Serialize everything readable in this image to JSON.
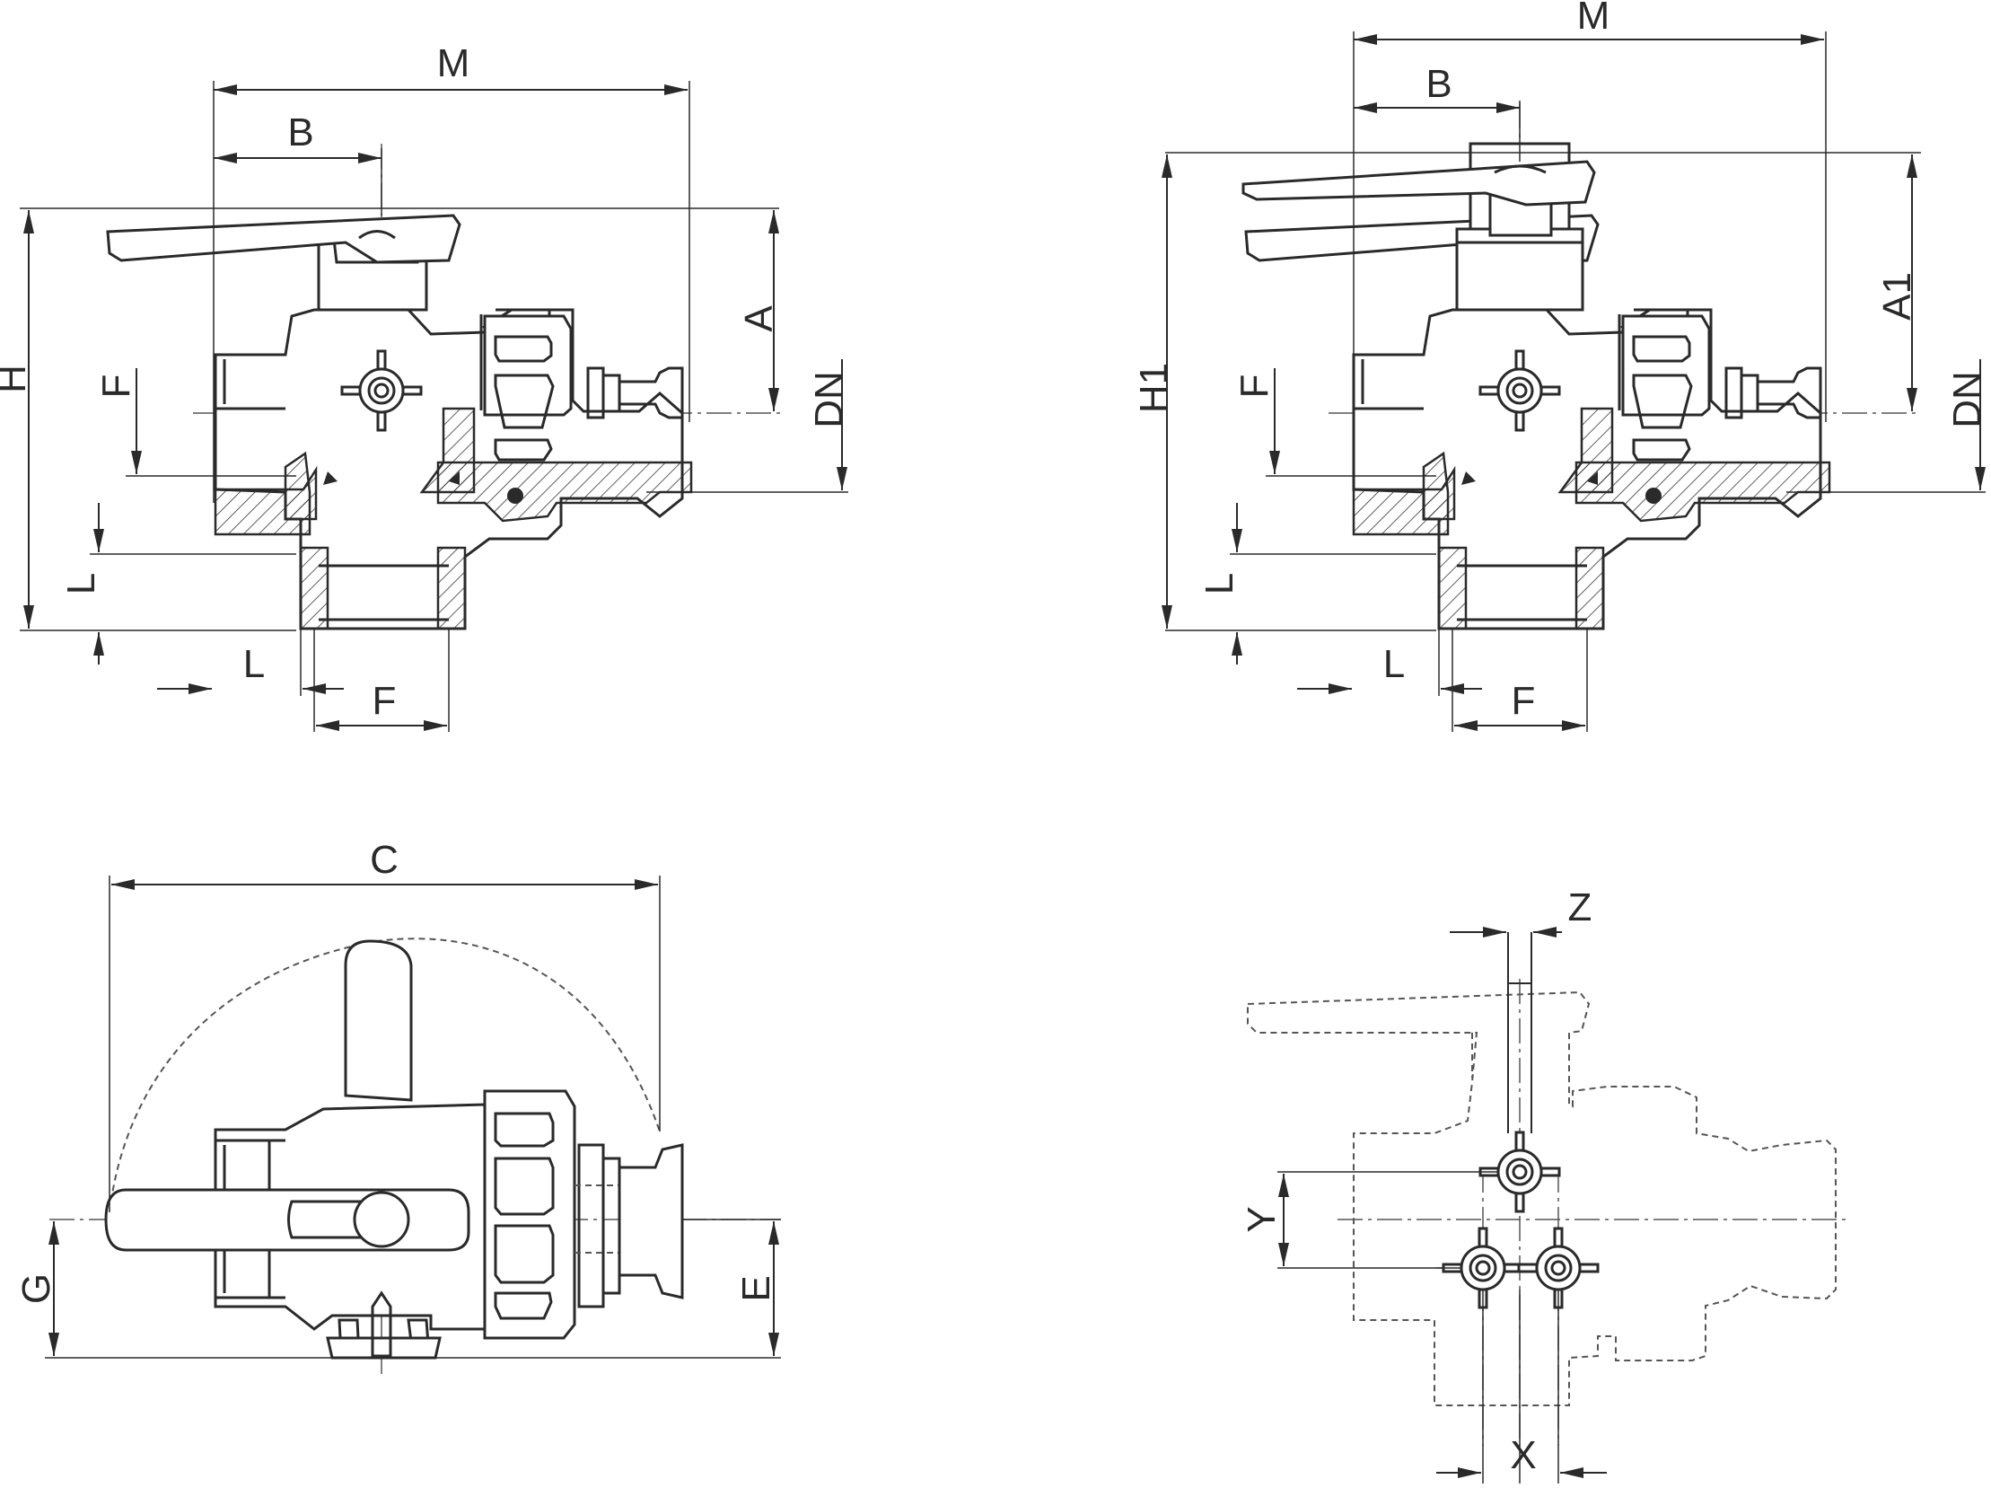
{
  "views": {
    "front_view_standard": {
      "labels": {
        "m": "M",
        "b": "B",
        "h": "H",
        "a": "A",
        "dn": "DN",
        "f_side": "F",
        "l_side": "L",
        "l_bottom": "L",
        "f_bottom": "F"
      }
    },
    "front_view_extended": {
      "labels": {
        "m": "M",
        "b": "B",
        "h1": "H1",
        "a1": "A1",
        "dn": "DN",
        "f_side": "F",
        "l_side": "L",
        "l_bottom": "L",
        "f_bottom": "F"
      }
    },
    "top_view": {
      "labels": {
        "c": "C",
        "g": "G",
        "e": "E"
      }
    },
    "mounting_view": {
      "labels": {
        "z": "Z",
        "y": "Y",
        "x": "X"
      }
    }
  }
}
